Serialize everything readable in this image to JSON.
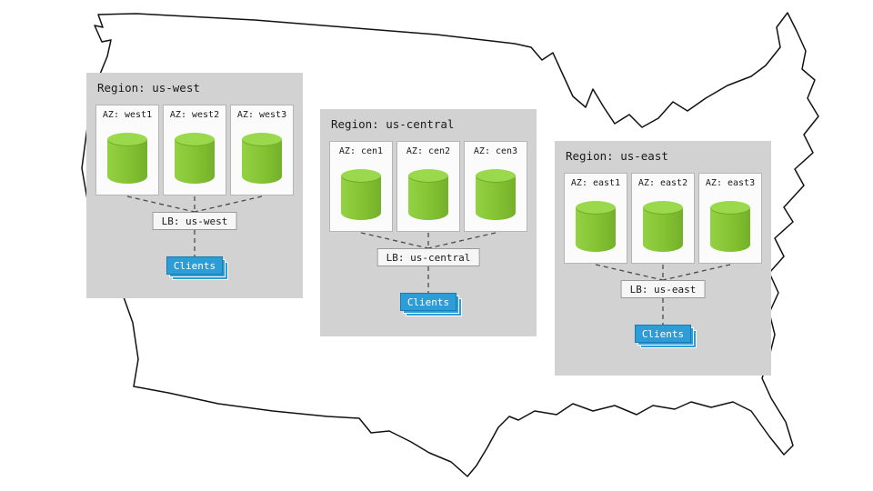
{
  "regions": [
    {
      "title": "Region: us-west",
      "azs": [
        {
          "label": "AZ: west1"
        },
        {
          "label": "AZ: west2"
        },
        {
          "label": "AZ: west3"
        }
      ],
      "lb_label": "LB: us-west",
      "clients_label": "Clients"
    },
    {
      "title": "Region: us-central",
      "azs": [
        {
          "label": "AZ: cen1"
        },
        {
          "label": "AZ: cen2"
        },
        {
          "label": "AZ: cen3"
        }
      ],
      "lb_label": "LB: us-central",
      "clients_label": "Clients"
    },
    {
      "title": "Region: us-east",
      "azs": [
        {
          "label": "AZ: east1"
        },
        {
          "label": "AZ: east2"
        },
        {
          "label": "AZ: east3"
        }
      ],
      "lb_label": "LB: us-east",
      "clients_label": "Clients"
    }
  ],
  "colors": {
    "region_bg": "#d2d2d2",
    "az_bg": "#fbfbfb",
    "az_border": "#b5b5b5",
    "cylinder_body": "#83c232",
    "cylinder_top": "#9ad94c",
    "lb_bg": "#f6f6f6",
    "lb_border": "#9a9a9a",
    "clients_bg": "#2d9dd8",
    "clients_border": "#1b7ab0",
    "connector": "#4a4a4a",
    "map_stroke": "#111111"
  }
}
